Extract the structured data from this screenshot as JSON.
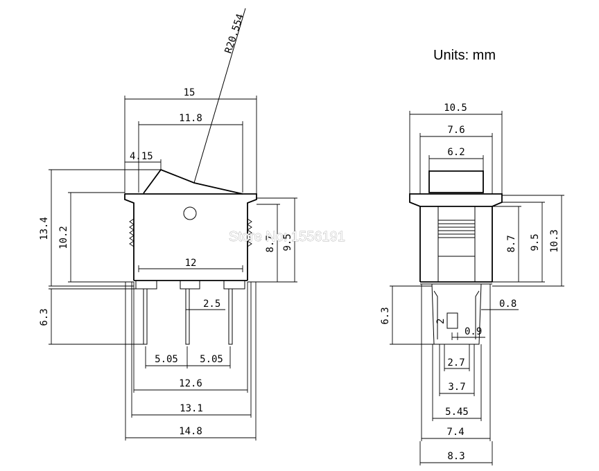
{
  "units_label": "Units: mm",
  "watermark": "Store No: 1556191",
  "radius_label": "R20.554",
  "front_view": {
    "width_top": "15",
    "width_inner_top": "11.8",
    "offset_label": "4.15",
    "height_total": "13.4",
    "height_body": "10.2",
    "height_inner": "8.7",
    "height_outer": "9.5",
    "body_width": "12",
    "pin_spacing_small": "2.5",
    "pin_length": "6.3",
    "pin_pitch_left": "5.05",
    "pin_pitch_right": "5.05",
    "width_12_6": "12.6",
    "width_13_1": "13.1",
    "width_14_8": "14.8"
  },
  "side_view": {
    "width_top": "10.5",
    "width_mid": "7.6",
    "width_inner": "6.2",
    "height_inner": "8.7",
    "height_mid": "9.5",
    "height_outer": "10.3",
    "pin_length": "6.3",
    "pin_thickness": "0.8",
    "slot_height": "2",
    "slot_width": "0.9",
    "width_2_7": "2.7",
    "width_3_7": "3.7",
    "width_5_45": "5.45",
    "width_7_4": "7.4",
    "width_8_3": "8.3"
  }
}
